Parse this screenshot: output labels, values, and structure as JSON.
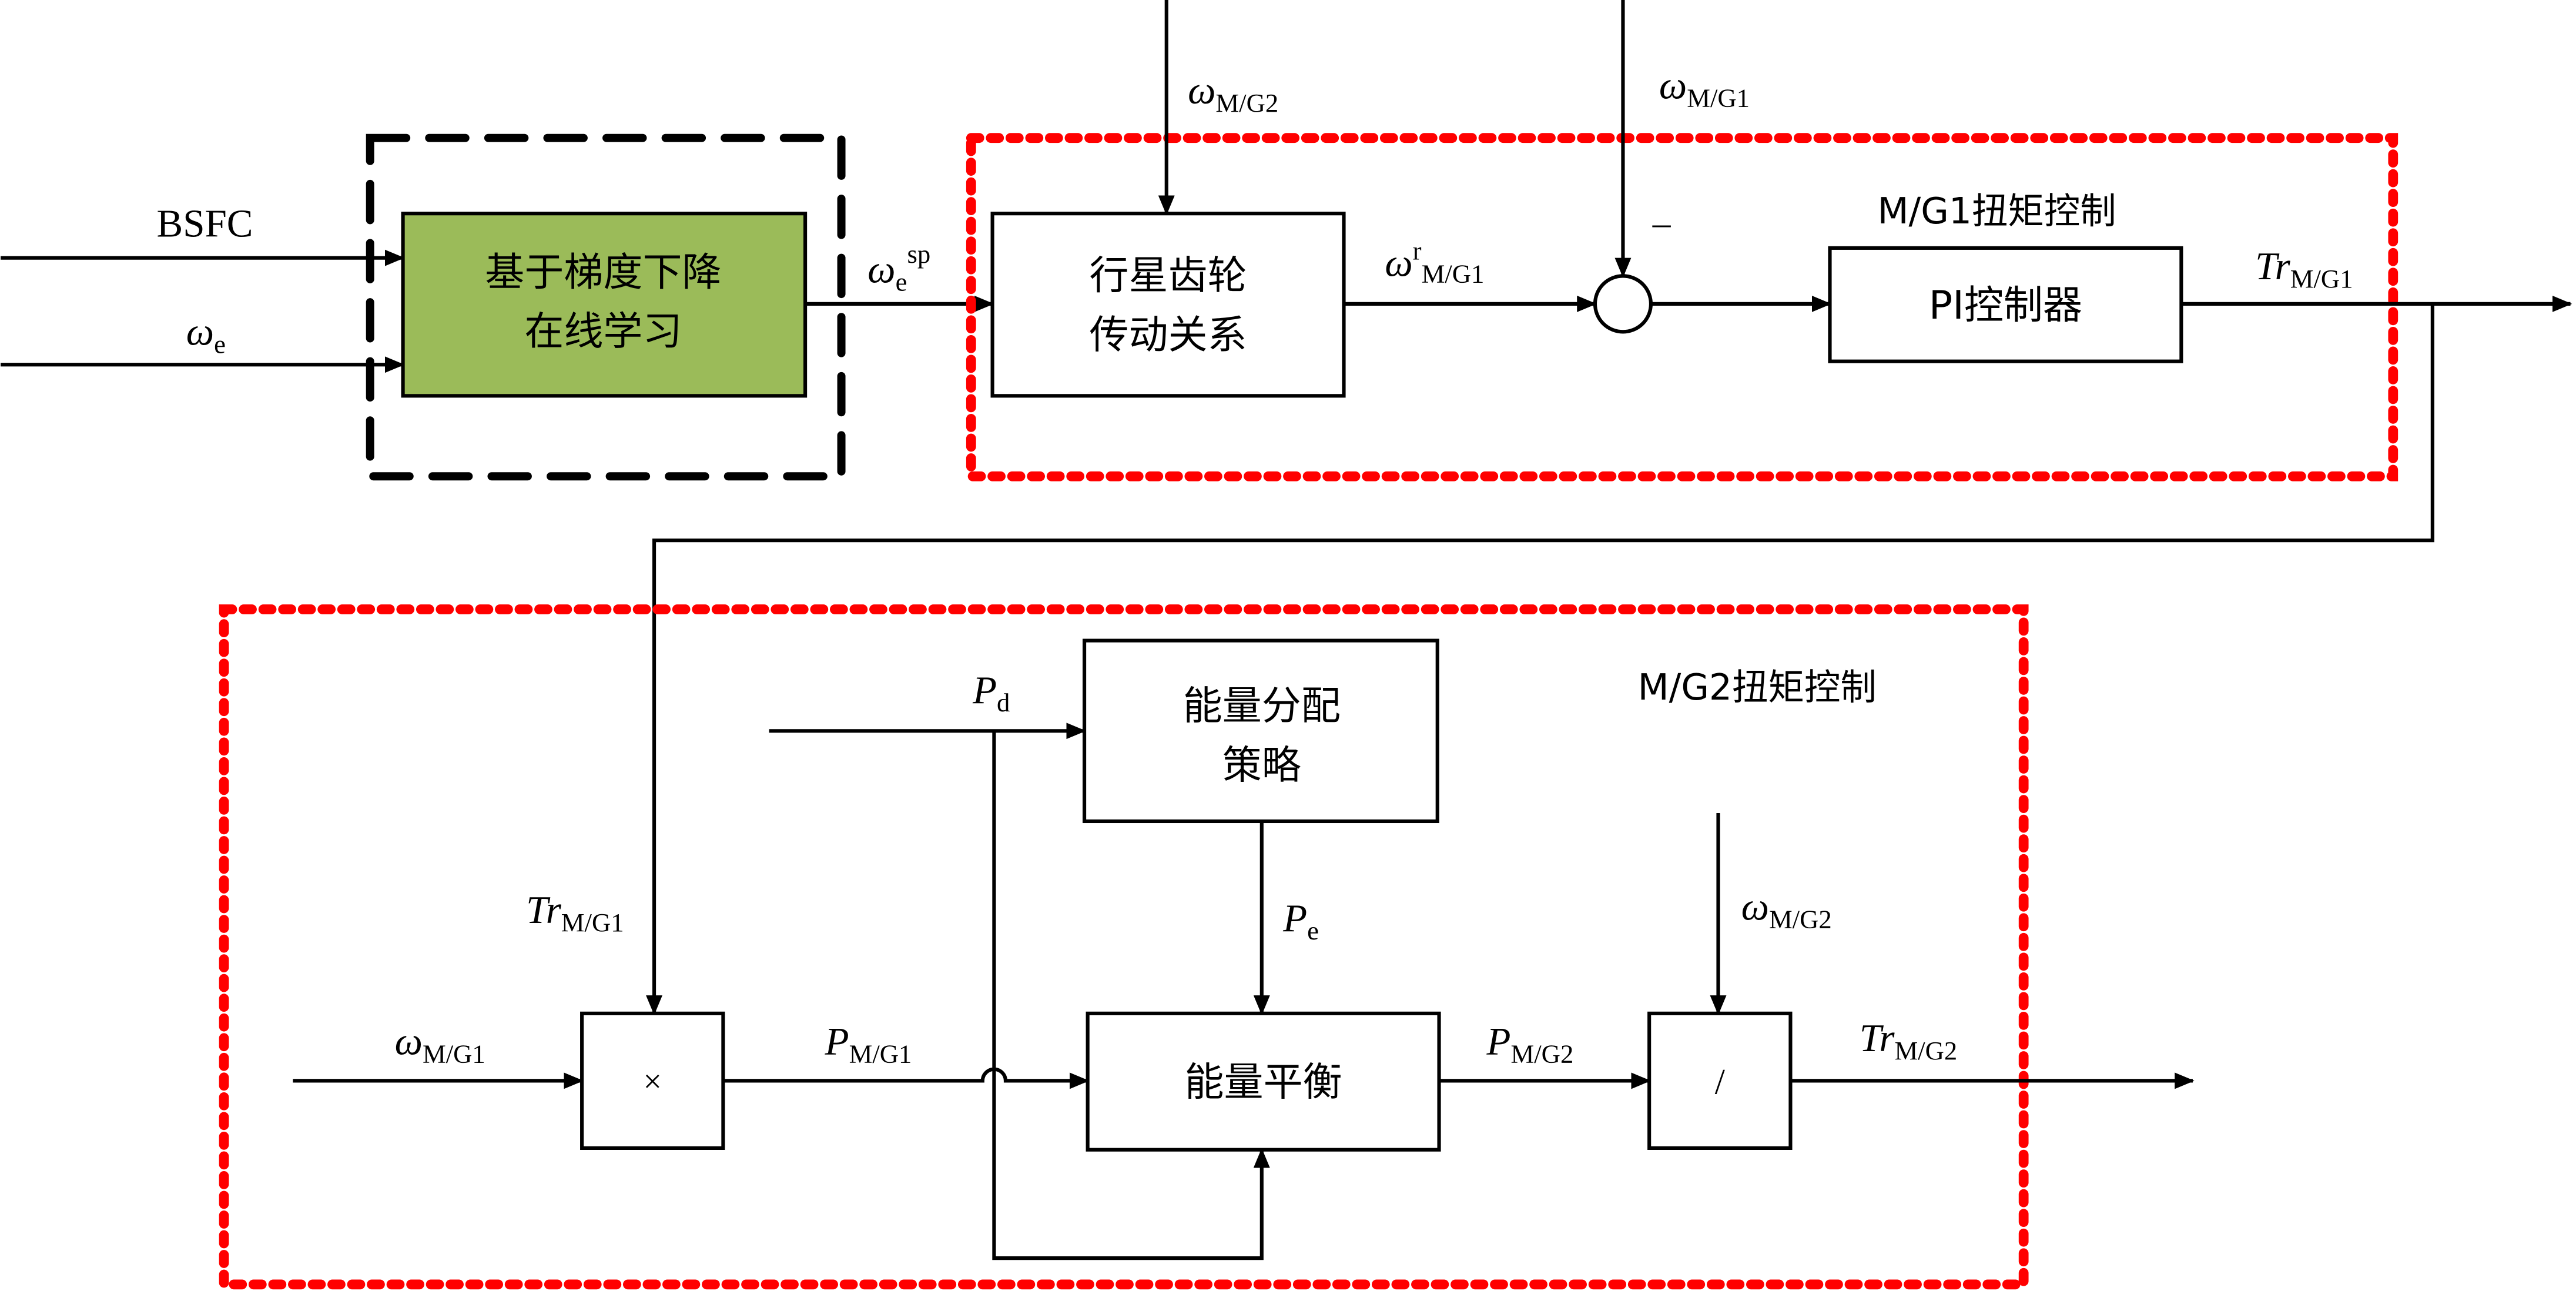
{
  "colors": {
    "learning_block_fill": "#9BBB59",
    "region_border_red": "#FF0000",
    "region_border_black": "#000000",
    "line": "#000000"
  },
  "inputs": {
    "bsfc": "BSFC",
    "omega_e": {
      "sym": "ω",
      "sub": "e"
    },
    "omega_mg2_top": {
      "sym": "ω",
      "sub": "M/G2"
    },
    "omega_mg1_top": {
      "sym": "ω",
      "sub": "M/G1"
    }
  },
  "blocks": {
    "gradient_learning": {
      "line1": "基于梯度下降",
      "line2": "在线学习"
    },
    "planetary_gear": {
      "line1": "行星齿轮",
      "line2": "传动关系"
    },
    "pi_controller": {
      "label": "PI控制器"
    },
    "energy_allocation": {
      "line1": "能量分配",
      "line2": "策略"
    },
    "energy_balance": {
      "label": "能量平衡"
    },
    "multiply": {
      "label": "×"
    },
    "divide": {
      "label": "/"
    },
    "sum_junction": {
      "minus_sign": "–"
    }
  },
  "regions": {
    "mg1_torque_control": "M/G1扭矩控制",
    "mg2_torque_control": "M/G2扭矩控制"
  },
  "signals": {
    "omega_e_sp": {
      "sym": "ω",
      "sub": "e",
      "sup": "sp"
    },
    "omega_r_mg1": {
      "sym": "ω",
      "sup": "r",
      "sub": "M/G1"
    },
    "tr_mg1_out": {
      "sym": "Tr",
      "sub": "M/G1"
    },
    "tr_mg1_in": {
      "sym": "Tr",
      "sub": "M/G1"
    },
    "omega_mg1_in": {
      "sym": "ω",
      "sub": "M/G1"
    },
    "p_mg1": {
      "sym": "P",
      "sub": "M/G1"
    },
    "p_d": {
      "sym": "P",
      "sub": "d"
    },
    "p_e": {
      "sym": "P",
      "sub": "e"
    },
    "p_mg2": {
      "sym": "P",
      "sub": "M/G2"
    },
    "omega_mg2_in": {
      "sym": "ω",
      "sub": "M/G2"
    },
    "tr_mg2_out": {
      "sym": "Tr",
      "sub": "M/G2"
    }
  }
}
